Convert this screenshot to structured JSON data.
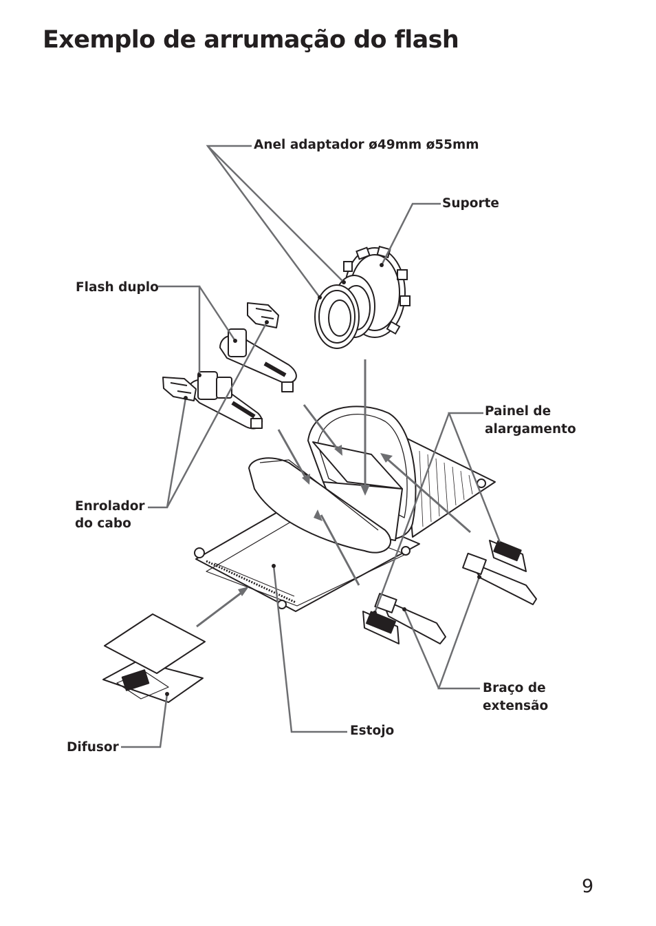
{
  "page": {
    "title": "Exemplo de arrumação do flash",
    "page_number": "9"
  },
  "labels": {
    "anel": "Anel adaptador ø49mm ø55mm",
    "suporte": "Suporte",
    "flash_duplo": "Flash duplo",
    "painel_1": "Painel de",
    "painel_2": "alargamento",
    "enrolador_1": "Enrolador",
    "enrolador_2": "do cabo",
    "braco_1": "Braço de",
    "braco_2": "extensão",
    "estojo": "Estojo",
    "difusor": "Difusor"
  },
  "colors": {
    "ink": "#231f20",
    "leader": "#6d6e71"
  }
}
